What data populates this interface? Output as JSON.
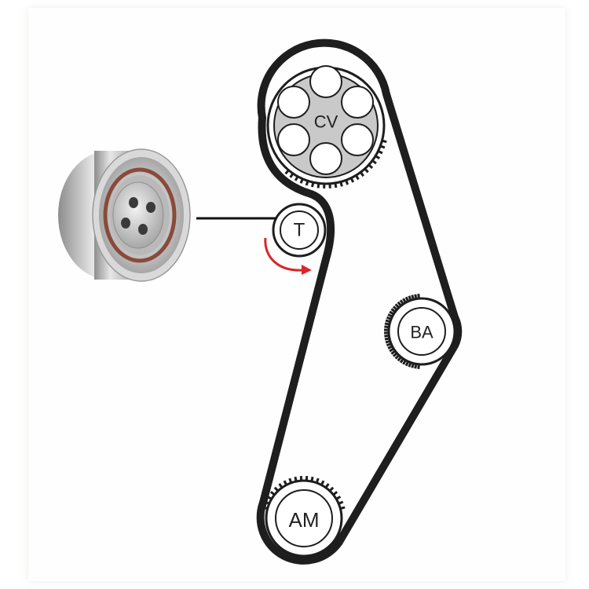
{
  "pulleys": {
    "cv": {
      "label": "CV"
    },
    "t": {
      "label": "T"
    },
    "ba": {
      "label": "BA"
    },
    "am": {
      "label": "AM"
    }
  },
  "colors": {
    "belt": "#1e1e1e",
    "cv_hub": "#c9c9c9",
    "arrow": "#d8262b",
    "tensioner_body": "#b7b7b7",
    "tensioner_ring": "#8a4a3a"
  },
  "icons": {
    "tensioner": "tensioner-pulley-photo",
    "rotation": "rotation-arrow-icon"
  }
}
